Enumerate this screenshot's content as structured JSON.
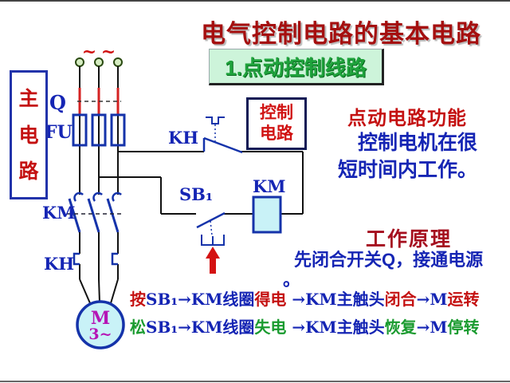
{
  "slide": {
    "title": "电气控制电路的基本电路",
    "subtitle": "1.点动控制线路"
  },
  "diagram": {
    "main_circuit_box": "主电路",
    "main_circuit_chars": [
      "主",
      "电",
      "路"
    ],
    "control_circuit_lines": [
      "控制",
      "电路"
    ],
    "supply_tildes": [
      "~",
      "~"
    ],
    "labels": {
      "disconnect_switch": "Q",
      "fuse": "FU",
      "contactor_main_contacts": "KM",
      "thermal_relay_main": "KH",
      "thermal_relay_nc_contact": "KH",
      "start_button": "SB₁",
      "contactor_coil": "KM",
      "motor_letter": "M",
      "motor_phases": "3~"
    }
  },
  "notes": {
    "function_title": "点动电路功能",
    "function_line1": "控制电机在很",
    "function_line2": "短时间内工作。",
    "principle_title": "工作原理",
    "principle_line": "先闭合开关Q，接通电源",
    "principle_period": "。"
  },
  "flow": {
    "press": {
      "segments": [
        {
          "text": "按",
          "color": "red"
        },
        {
          "text": "SB₁→KM线圈",
          "color": "blue"
        },
        {
          "text": "得电",
          "color": "red"
        },
        {
          "text": " →KM主触头",
          "color": "blue"
        },
        {
          "text": "闭合",
          "color": "red"
        },
        {
          "text": "→M",
          "color": "blue"
        },
        {
          "text": "运转",
          "color": "red"
        }
      ]
    },
    "release": {
      "segments": [
        {
          "text": "松",
          "color": "green"
        },
        {
          "text": "SB₁→KM线圈",
          "color": "blue"
        },
        {
          "text": "失电",
          "color": "green"
        },
        {
          "text": " →KM主触头",
          "color": "blue"
        },
        {
          "text": "恢复",
          "color": "green"
        },
        {
          "text": "→M",
          "color": "blue"
        },
        {
          "text": "停转",
          "color": "green"
        }
      ]
    }
  },
  "colors": {
    "title_red": "#a50f0f",
    "text_red": "#c41111",
    "text_blue": "#1525b4",
    "text_green": "#1a9b2f",
    "motor_magenta": "#b515b5",
    "symbol_blue": "#1533aa",
    "coil_fill": "#c9f2f7",
    "wire_black": "#111111",
    "subtitle_green": "#1fa33c",
    "subtitle_bg": "#cdf4da"
  }
}
